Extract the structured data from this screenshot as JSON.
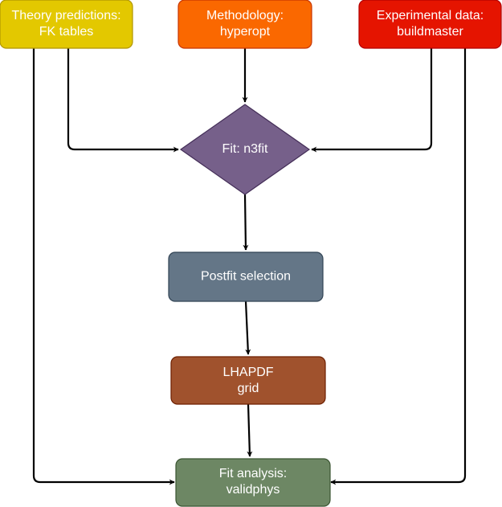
{
  "nodes": {
    "theory": {
      "line1": "Theory predictions:",
      "line2": "FK tables",
      "fill": "#e3c800",
      "stroke": "#b09500"
    },
    "methodology": {
      "line1": "Methodology:",
      "line2": "hyperopt",
      "fill": "#fa6800",
      "stroke": "#c73500"
    },
    "experimental": {
      "line1": "Experimental data:",
      "line2": "buildmaster",
      "fill": "#e51400",
      "stroke": "#b20000"
    },
    "fit": {
      "line1": "Fit: n3fit",
      "fill": "#76608a",
      "stroke": "#432d57"
    },
    "postfit": {
      "line1": "Postfit selection",
      "fill": "#647687",
      "stroke": "#314354"
    },
    "lhapdf": {
      "line1": "LHAPDF",
      "line2": "grid",
      "fill": "#a0522d",
      "stroke": "#6d1f00"
    },
    "analysis": {
      "line1": "Fit analysis:",
      "line2": "validphys",
      "fill": "#6d8764",
      "stroke": "#3a5431"
    }
  },
  "edge_color": "#000000"
}
